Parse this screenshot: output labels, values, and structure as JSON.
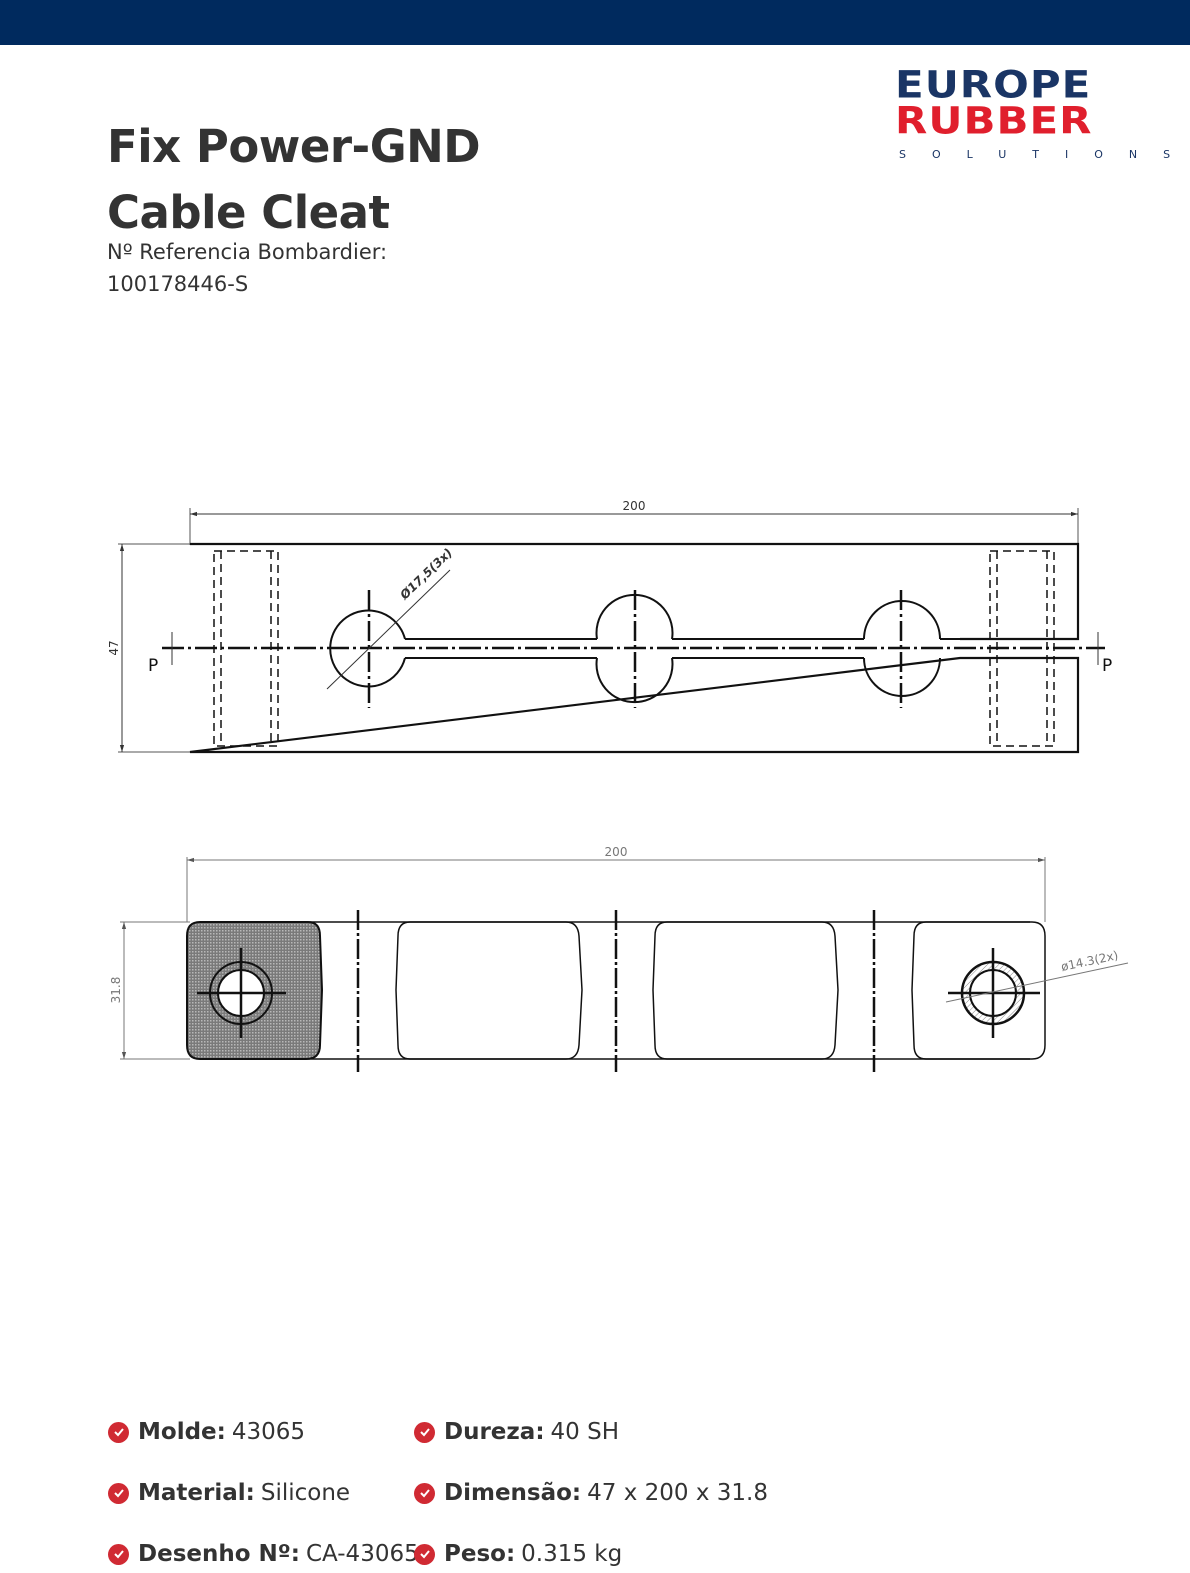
{
  "header": {
    "bar_color": "#002a5e"
  },
  "logo": {
    "line1": "EUROPE",
    "line2": "RUBBER",
    "line3": "SOLUTIONS",
    "color_primary": "#1a3565",
    "color_accent": "#e01f2d"
  },
  "product": {
    "title_line1": "Fix Power-GND",
    "title_line2": "Cable Cleat",
    "reference_label": "Nº Referencia Bombardier:",
    "reference_value": "100178446-S"
  },
  "drawing_top": {
    "width_dim": "200",
    "height_dim": "47",
    "hole_dim": "Ø17,5(3x)",
    "section_left": "P",
    "section_right": "P"
  },
  "drawing_bottom": {
    "width_dim": "200",
    "height_dim": "31.8",
    "hole_dim": "ø14.3(2x)"
  },
  "specs": {
    "icon": "check-circle-icon",
    "accent_color": "#d02a33",
    "items": [
      {
        "key": "Molde:",
        "value": "43065"
      },
      {
        "key": "Dureza:",
        "value": "40 SH"
      },
      {
        "key": "Material:",
        "value": "Silicone"
      },
      {
        "key": "Dimensão:",
        "value": "47 x 200 x 31.8"
      },
      {
        "key": "Desenho Nº:",
        "value": "CA-43065"
      },
      {
        "key": "Peso:",
        "value": "0.315 kg"
      }
    ]
  }
}
